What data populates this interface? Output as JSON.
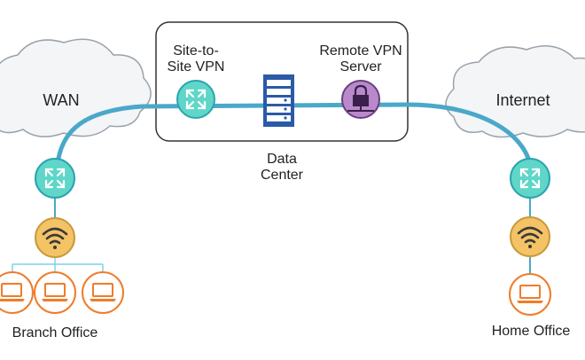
{
  "labels": {
    "wan": "WAN",
    "internet": "Internet",
    "site_to_site_vpn_line1": "Site-to-",
    "site_to_site_vpn_line2": "Site VPN",
    "remote_vpn_server_line1": "Remote VPN",
    "remote_vpn_server_line2": "Server",
    "data_center_line1": "Data",
    "data_center_line2": "Center",
    "branch_office": "Branch Office",
    "home_office": "Home Office"
  },
  "colors": {
    "link": "#4aa8c8",
    "cloud_fill": "#f3f5f7",
    "cloud_stroke": "#9aa3ab",
    "router_fill": "#5fd6c8",
    "router_stroke": "#2aa3b0",
    "wifi_fill": "#f4c366",
    "wifi_stroke": "#c89a3a",
    "laptop_stroke": "#f07c2a",
    "vpn_server_fill": "#b98acb",
    "vpn_server_stroke": "#6a3f7e",
    "server_rack": "#2b5aa8",
    "branch_line": "#7fd0ea"
  }
}
